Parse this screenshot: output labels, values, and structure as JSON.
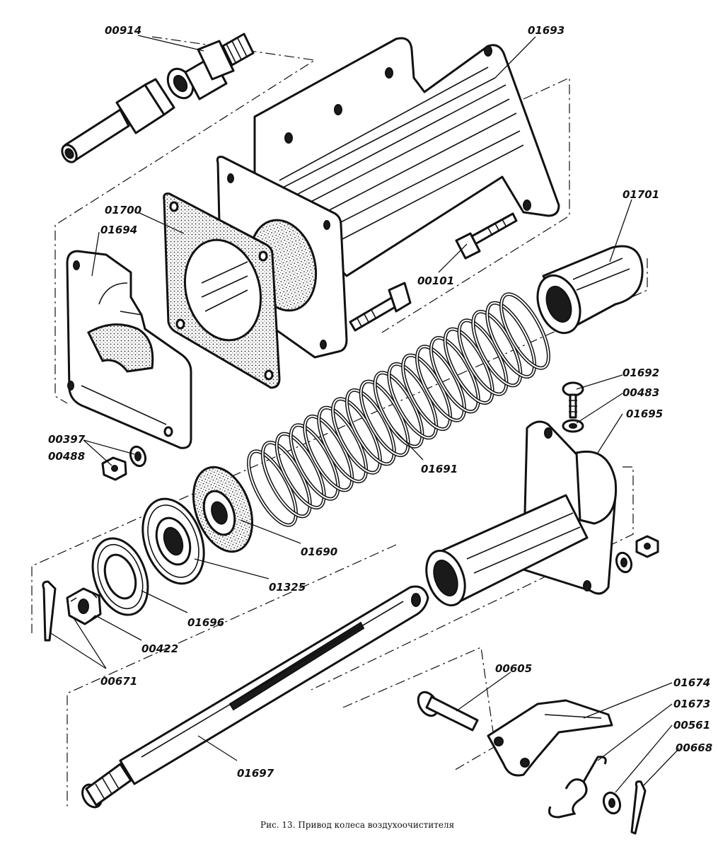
{
  "figure": {
    "caption": "Рис. 13. Привод колеса воздухоочистителя",
    "labels": {
      "p00914": "00914",
      "p01693": "01693",
      "p01700": "01700",
      "p01694": "01694",
      "p01701": "01701",
      "p00101": "00101",
      "p01692": "01692",
      "p00483": "00483",
      "p01695": "01695",
      "p00397": "00397",
      "p00488": "00488",
      "p01691": "01691",
      "p01690": "01690",
      "p01325": "01325",
      "p01696": "01696",
      "p00422": "00422",
      "p00671": "00671",
      "p00605": "00605",
      "p01674": "01674",
      "p01673": "01673",
      "p00561": "00561",
      "p00668": "00668",
      "p01697": "01697"
    }
  }
}
